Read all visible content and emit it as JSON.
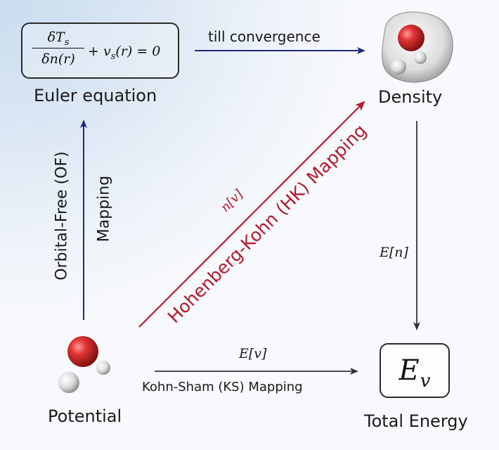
{
  "nodes": {
    "euler": {
      "equation": {
        "frac_num": "δT",
        "frac_num_sub": "s",
        "frac_den": "δn(r)",
        "rest": "+ v",
        "rest_sub": "s",
        "rest2": "(r) = 0"
      },
      "label": "Euler equation"
    },
    "density": {
      "label": "Density"
    },
    "potential": {
      "label": "Potential"
    },
    "total_energy": {
      "symbol": "E",
      "symbol_sub": "v",
      "label": "Total Energy"
    }
  },
  "edges": {
    "convergence": {
      "label": "till convergence"
    },
    "of_mapping": {
      "label_line1": "Orbital-Free (OF)",
      "label_line2": "Mapping"
    },
    "hk_mapping": {
      "label": "Hohenberg-Kohn (HK) Mapping",
      "functional": "n[v]"
    },
    "energy_functional": {
      "label": "E[n]"
    },
    "ks_mapping": {
      "label": "Kohn-Sham (KS) Mapping",
      "functional": "E[v]"
    }
  },
  "colors": {
    "blue_arrow": "#1f2a7a",
    "red_arrow": "#b5182c",
    "dark_arrow": "#333333",
    "oxygen": "#d62a2a",
    "hydrogen": "#e8e8e8"
  }
}
